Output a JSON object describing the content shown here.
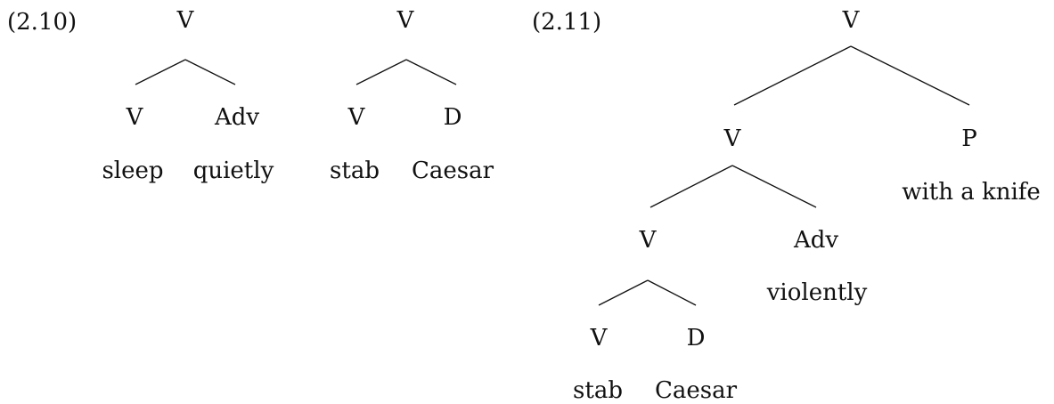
{
  "examples": [
    {
      "id": "(2.10)",
      "trees": [
        {
          "label": "V",
          "children": [
            {
              "label": "V",
              "word": "sleep"
            },
            {
              "label": "Adv",
              "word": "quietly"
            }
          ]
        },
        {
          "label": "V",
          "children": [
            {
              "label": "V",
              "word": "stab"
            },
            {
              "label": "D",
              "word": "Caesar"
            }
          ]
        }
      ]
    },
    {
      "id": "(2.11)",
      "tree": {
        "label": "V",
        "children": [
          {
            "label": "V",
            "children": [
              {
                "label": "V",
                "children": [
                  {
                    "label": "V",
                    "word": "stab"
                  },
                  {
                    "label": "D",
                    "word": "Caesar"
                  }
                ]
              },
              {
                "label": "Adv",
                "word": "violently"
              }
            ]
          },
          {
            "label": "P",
            "word": "with a knife"
          }
        ]
      }
    }
  ]
}
